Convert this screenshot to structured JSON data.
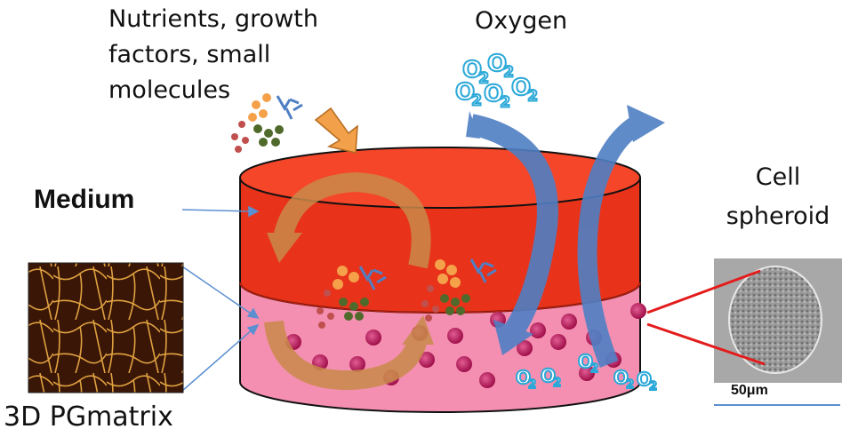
{
  "labels": {
    "nutrients_line1": "Nutrients, growth",
    "nutrients_line2": "factors, small",
    "nutrients_line3": "molecules",
    "oxygen": "Oxygen",
    "medium": "Medium",
    "cell_spheroid_line1": "Cell",
    "cell_spheroid_line2": "spheroid",
    "matrix": "3D PGmatrix",
    "scale_bar": "50μm",
    "o2_subscript": "2",
    "o2_letter": "O"
  },
  "colors": {
    "medium_top": "#f5462a",
    "medium_side": "#e8321a",
    "matrix_layer": "#f48fb1",
    "cell": "#c2185b",
    "arrow_orange": "#c98a4a",
    "arrow_blue": "#4f7fc4",
    "o2": "#2aa8d8",
    "pointer_line": "#5b8fd0",
    "spheroid_line": "#e41b1b"
  },
  "icons": [
    "nutrient-cluster-icon",
    "oxygen-molecule-icon",
    "circulation-arrow-icon",
    "cell-icon"
  ]
}
